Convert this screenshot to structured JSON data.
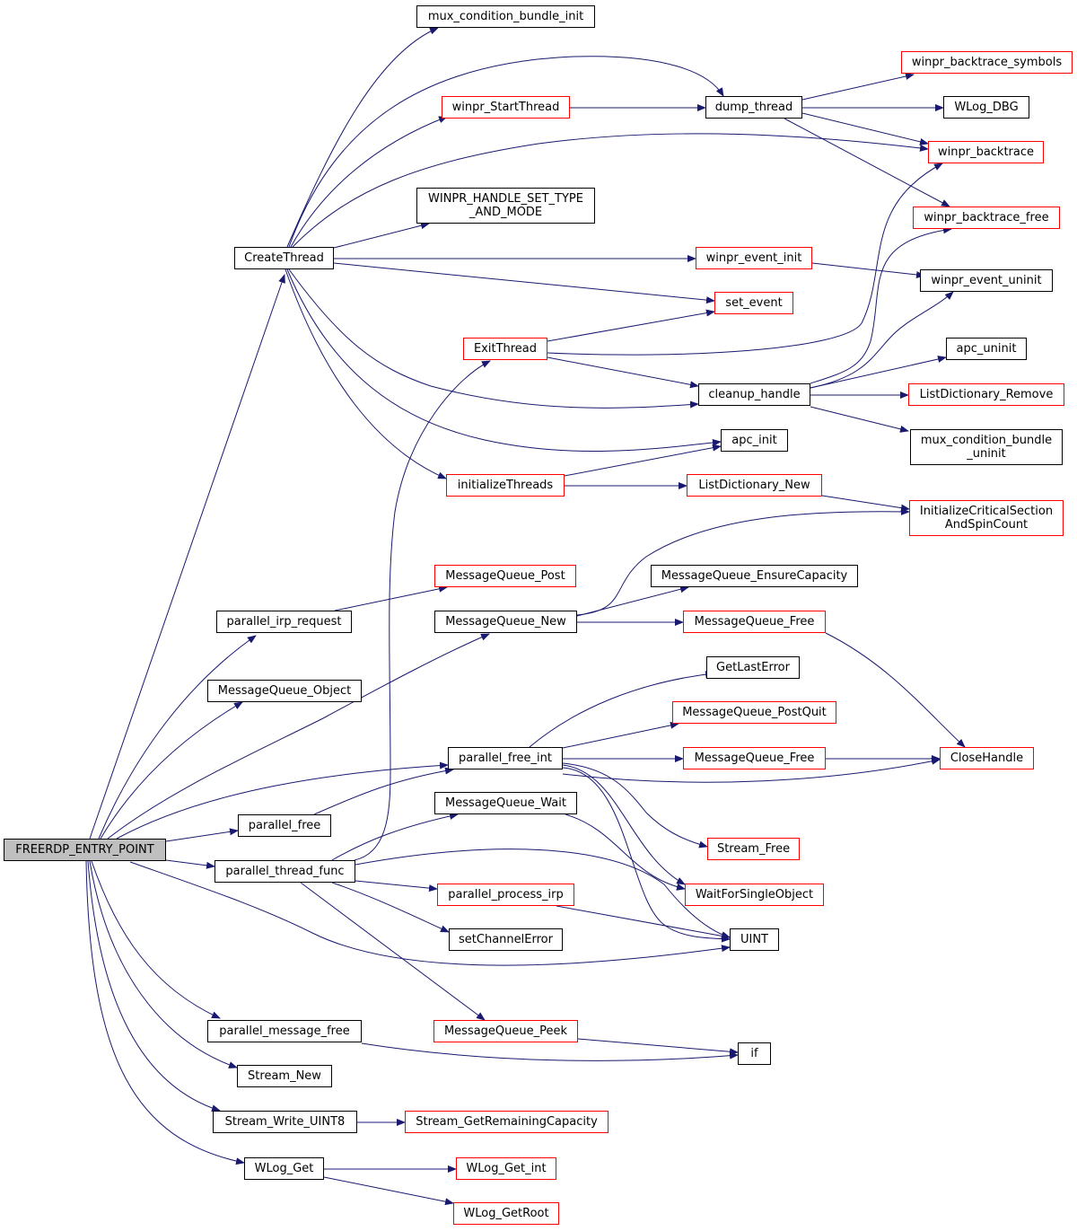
{
  "colors": {
    "edge": "#191970",
    "node_border": "#000000",
    "node_border_linked": "#ff0000",
    "root_fill": "#bfbfbf"
  },
  "nodes": {
    "freerdp_entry_point": "FREERDP_ENTRY_POINT",
    "createthread": "CreateThread",
    "mux_condition_bundle_init": "mux_condition_bundle_init",
    "winpr_startthread": "winpr_StartThread",
    "dump_thread": "dump_thread",
    "winpr_backtrace_symbols": "winpr_backtrace_symbols",
    "wlog_dbg": "WLog_DBG",
    "winpr_backtrace": "winpr_backtrace",
    "winpr_handle_set_type_and_mode": "WINPR_HANDLE_SET_TYPE\n_AND_MODE",
    "winpr_backtrace_free": "winpr_backtrace_free",
    "winpr_event_init": "winpr_event_init",
    "winpr_event_uninit": "winpr_event_uninit",
    "set_event": "set_event",
    "exitthread": "ExitThread",
    "apc_uninit": "apc_uninit",
    "cleanup_handle": "cleanup_handle",
    "listdictionary_remove": "ListDictionary_Remove",
    "mux_condition_bundle_uninit": "mux_condition_bundle\n_uninit",
    "apc_init": "apc_init",
    "initializethreads": "initializeThreads",
    "listdictionary_new": "ListDictionary_New",
    "initializecriticalsection": "InitializeCriticalSection\nAndSpinCount",
    "messagequeue_post": "MessageQueue_Post",
    "messagequeue_ensurecapacity": "MessageQueue_EnsureCapacity",
    "parallel_irp_request": "parallel_irp_request",
    "messagequeue_new": "MessageQueue_New",
    "messagequeue_free_1": "MessageQueue_Free",
    "getlasterror": "GetLastError",
    "messagequeue_object": "MessageQueue_Object",
    "messagequeue_postquit": "MessageQueue_PostQuit",
    "parallel_free_int": "parallel_free_int",
    "messagequeue_free_2": "MessageQueue_Free",
    "closehandle": "CloseHandle",
    "messagequeue_wait": "MessageQueue_Wait",
    "parallel_free": "parallel_free",
    "stream_free": "Stream_Free",
    "parallel_thread_func": "parallel_thread_func",
    "waitforsingleobject": "WaitForSingleObject",
    "parallel_process_irp": "parallel_process_irp",
    "uint": "UINT",
    "setchannelerror": "setChannelError",
    "parallel_message_free": "parallel_message_free",
    "messagequeue_peek": "MessageQueue_Peek",
    "if": "if",
    "stream_new": "Stream_New",
    "stream_write_uint8": "Stream_Write_UINT8",
    "stream_getremainingcapacity": "Stream_GetRemainingCapacity",
    "wlog_get": "WLog_Get",
    "wlog_get_int": "WLog_Get_int",
    "wlog_getroot": "WLog_GetRoot"
  }
}
